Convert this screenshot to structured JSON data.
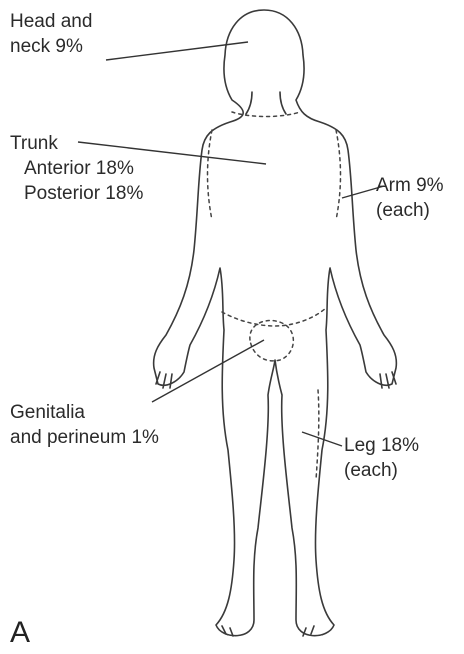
{
  "labels": {
    "head": [
      "Head and",
      "neck 9%"
    ],
    "trunk": [
      "Trunk",
      "Anterior 18%",
      "Posterior 18%"
    ],
    "arm": [
      "Arm 9%",
      "(each)"
    ],
    "genitalia": [
      "Genitalia",
      "and perineum 1%"
    ],
    "leg": [
      "Leg 18%",
      "(each)"
    ]
  },
  "panel_letter": "A"
}
